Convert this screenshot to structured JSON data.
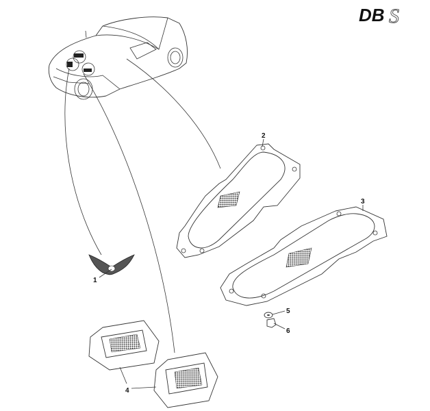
{
  "brand_logo": {
    "text_main": "DB",
    "text_swash": "S"
  },
  "callouts": [
    {
      "number": "1"
    },
    {
      "number": "2"
    },
    {
      "number": "3"
    },
    {
      "number": "4"
    },
    {
      "number": "5"
    },
    {
      "number": "6"
    }
  ]
}
